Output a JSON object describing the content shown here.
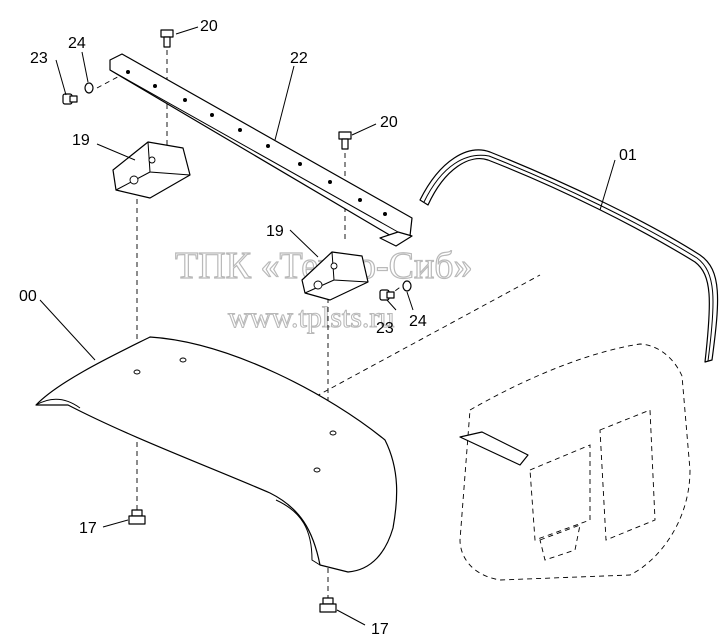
{
  "diagram": {
    "callouts": {
      "part_00": "00",
      "part_01": "01",
      "bracket_19_left": "19",
      "bracket_19_right": "19",
      "bolt_20_top": "20",
      "bolt_20_mid": "20",
      "rail_22": "22",
      "screw_23_left": "23",
      "screw_23_right": "23",
      "washer_24_left": "24",
      "washer_24_right": "24",
      "bolt_17_left": "17",
      "bolt_17_bottom": "17"
    }
  },
  "watermark": {
    "line1": "ТПК «Техно-Сиб»",
    "line2": "www.tplsts.ru"
  }
}
